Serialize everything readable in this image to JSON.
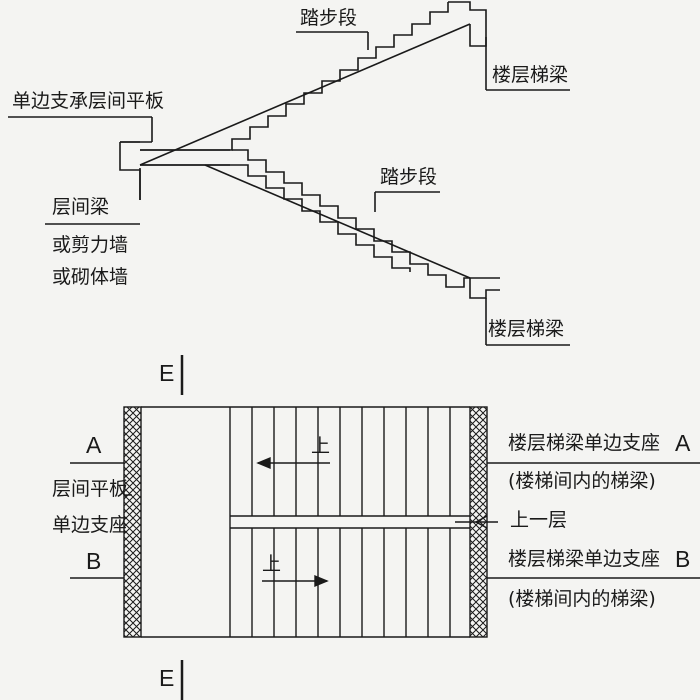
{
  "section": {
    "labels": {
      "tread_upper": "踏步段",
      "floor_beam_upper": "楼层梯梁",
      "landing_support": "单边支承层间平板",
      "landing_beam": "层间梁",
      "shear_wall": "或剪力墙",
      "masonry_wall": "或砌体墙",
      "tread_lower": "踏步段",
      "floor_beam_lower": "楼层梯梁"
    }
  },
  "section_mark": {
    "letter": "E"
  },
  "plan": {
    "left_letter_top": "A",
    "left_letter_bottom": "B",
    "landing_label_1": "层间平板",
    "landing_label_2": "单边支座",
    "right_label_a_1": "楼层梯梁单边支座",
    "right_label_a_2": "(楼梯间内的梯梁)",
    "right_letter_top": "A",
    "up_one_floor": "上一层",
    "right_label_b_1": "楼层梯梁单边支座",
    "right_label_b_2": "(楼梯间内的梯梁)",
    "right_letter_bottom": "B",
    "arrow_up_top": "上",
    "arrow_up_bottom": "上"
  },
  "colors": {
    "line": "#1a1a1a",
    "background": "#f4f4f2"
  }
}
